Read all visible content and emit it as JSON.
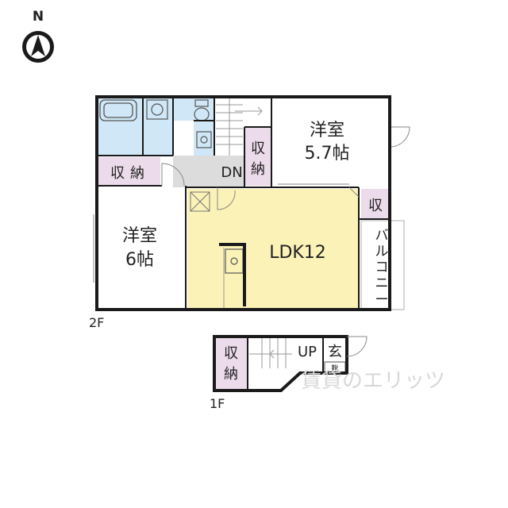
{
  "compass": {
    "label": "N",
    "icon": "north-arrow-icon"
  },
  "colors": {
    "room_western": "#ffffff",
    "room_ldk": "#fbf2b8",
    "storage": "#ecdbea",
    "wet_area": "#cfe7f6",
    "corridor": "#dcdcdc",
    "wall": "#1a1a1a"
  },
  "floor2": {
    "label": "2F",
    "western_a": {
      "name": "洋室",
      "size": "5.7帖"
    },
    "western_b": {
      "name": "洋室",
      "size": "6帖"
    },
    "ldk": "LDK12",
    "storage_left": [
      "収",
      "納"
    ],
    "storage_mid": [
      "収",
      "納"
    ],
    "storage_small": "収",
    "stairs_down": "DN",
    "balcony": [
      "バ",
      "ル",
      "コ",
      "ニ",
      "ー"
    ]
  },
  "floor1": {
    "label": "1F",
    "storage": [
      "収",
      "納"
    ],
    "stairs_up": "UP",
    "entrance": "玄",
    "shoe_box": "靴"
  },
  "watermark": "賃貸のエリッツ"
}
